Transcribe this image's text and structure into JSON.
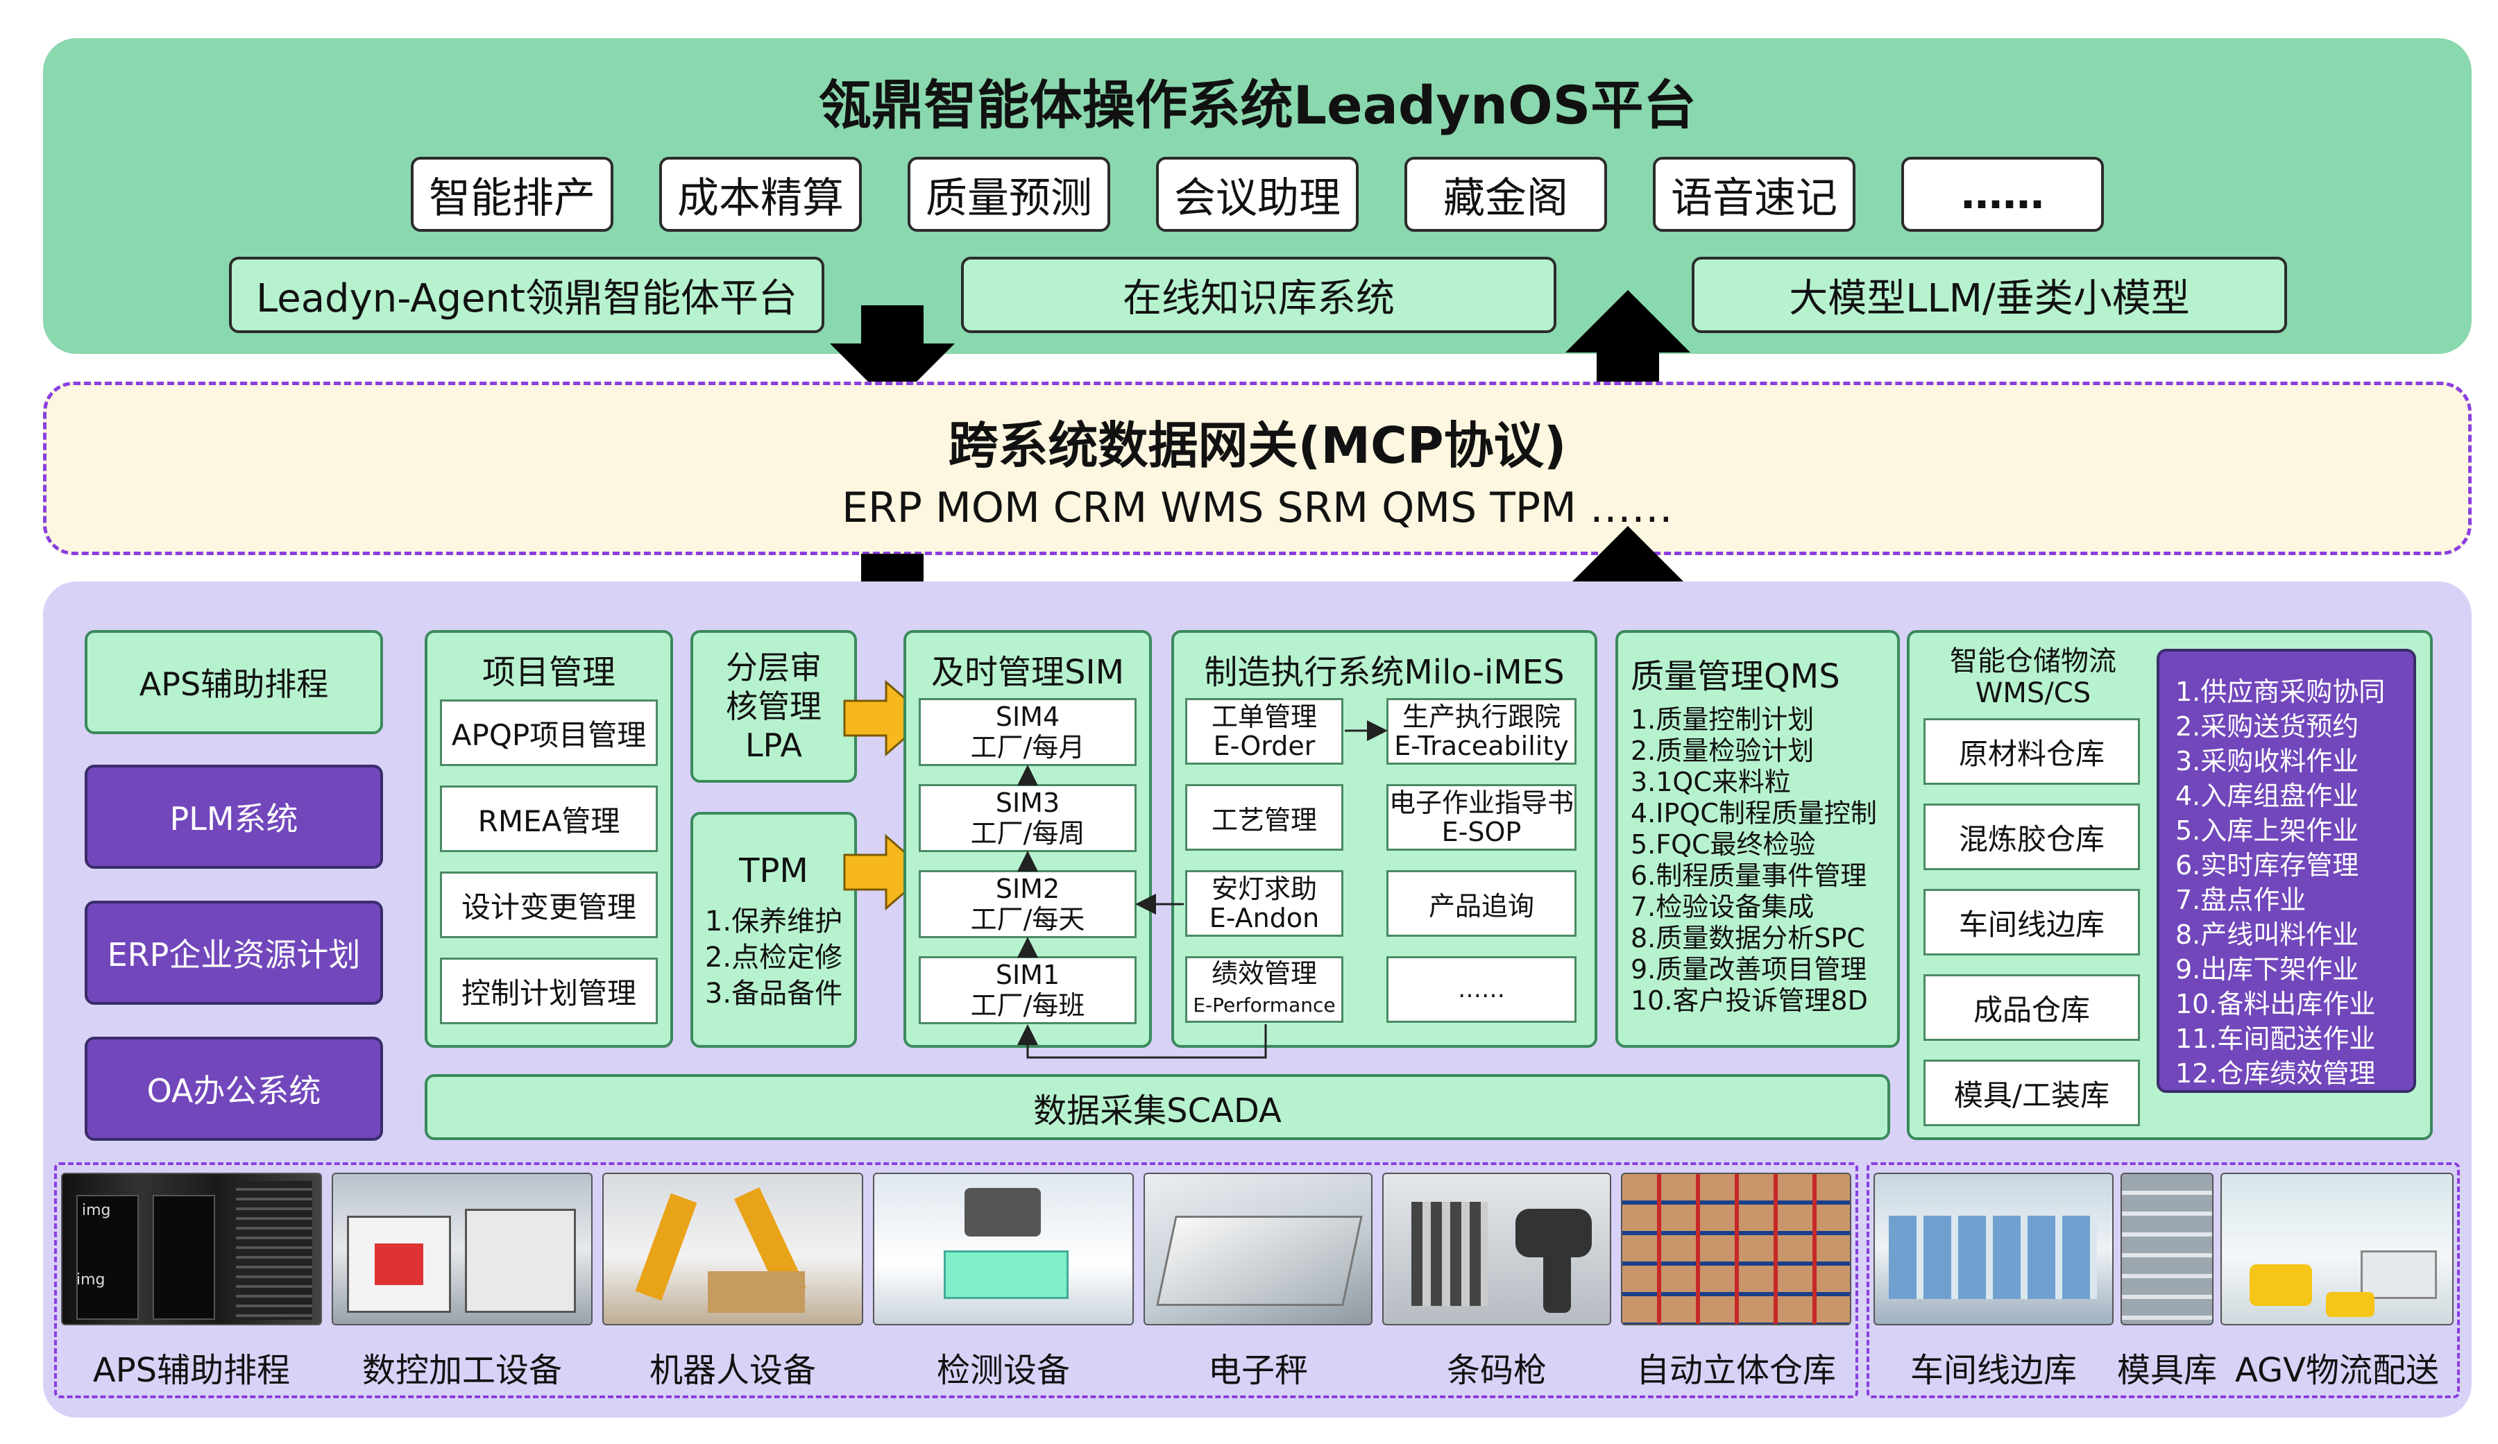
{
  "top": {
    "title": "瓴鼎智能体操作系统LeadynOS平台",
    "modules": [
      "智能排产",
      "成本精算",
      "质量预测",
      "会议助理",
      "藏金阁",
      "语音速记",
      "……"
    ],
    "platforms": [
      "Leadyn-Agent领鼎智能体平台",
      "在线知识库系统",
      "大模型LLM/垂类小模型"
    ]
  },
  "gateway": {
    "title": "跨系统数据网关(MCP协议)",
    "systems": "ERP MOM CRM WMS SRM QMS TPM ……"
  },
  "left_systems": [
    "APS辅助排程",
    "PLM系统",
    "ERP企业资源计划",
    "OA办公系统"
  ],
  "project": {
    "title": "项目管理",
    "items": [
      "APQP项目管理",
      "RMEA管理",
      "设计变更管理",
      "控制计划管理"
    ]
  },
  "lpa": {
    "title": "分层审核管理LPA"
  },
  "tpm": {
    "title": "TPM",
    "items": [
      "1.保养维护",
      "2.点检定修",
      "3.备品备件"
    ]
  },
  "sim": {
    "title": "及时管理SIM",
    "levels": [
      {
        "name": "SIM4",
        "freq": "工厂/每月"
      },
      {
        "name": "SIM3",
        "freq": "工厂/每周"
      },
      {
        "name": "SIM2",
        "freq": "工厂/每天"
      },
      {
        "name": "SIM1",
        "freq": "工厂/每班"
      }
    ]
  },
  "mes": {
    "title": "制造执行系统Milo-iMES",
    "cells": [
      {
        "l1": "工单管理",
        "l2": "E-Order"
      },
      {
        "l1": "生产执行跟院",
        "l2": "E-Traceability"
      },
      {
        "l1": "工艺管理",
        "l2": ""
      },
      {
        "l1": "电子作业指导书",
        "l2": "E-SOP"
      },
      {
        "l1": "安灯求助",
        "l2": "E-Andon"
      },
      {
        "l1": "产品追询",
        "l2": ""
      },
      {
        "l1": "绩效管理",
        "l2": "E-Performance"
      },
      {
        "l1": "……",
        "l2": ""
      }
    ]
  },
  "qms": {
    "title": "质量管理QMS",
    "items": [
      "1.质量控制计划",
      "2.质量检验计划",
      "3.1QC来料粒",
      "4.IPQC制程质量控制",
      "5.FQC最终检验",
      "6.制程质量事件管理",
      "7.检验设备集成",
      "8.质量数据分析SPC",
      "9.质量改善项目管理",
      "10.客户投诉管理8D"
    ]
  },
  "wms": {
    "title_l1": "智能仓储物流",
    "title_l2": "WMS/CS",
    "warehouses": [
      "原材料仓库",
      "混炼胶仓库",
      "车间线边库",
      "成品仓库",
      "模具/工装库"
    ],
    "ops": [
      "1.供应商采购协同",
      "2.采购送货预约",
      "3.采购收料作业",
      "4.入库组盘作业",
      "5.入库上架作业",
      "6.实时库存管理",
      "7.盘点作业",
      "8.产线叫料作业",
      "9.出库下架作业",
      "10.备料出库作业",
      "11.车间配送作业",
      "12.仓库绩效管理"
    ]
  },
  "scada": {
    "title": "数据采集SCADA"
  },
  "equipment": {
    "left": [
      "APS辅助排程",
      "数控加工设备",
      "机器人设备",
      "检测设备",
      "电子秤",
      "条码枪",
      "自动立体仓库"
    ],
    "right": [
      "车间线边库",
      "模具库",
      "AGV物流配送"
    ],
    "photo_labels": [
      "img",
      "img"
    ]
  },
  "colors": {
    "top_green": "#8ad8ae",
    "light_green": "#b7f2cf",
    "gateway_bg": "#fdf6e0",
    "lavender": "#d8d2f7",
    "purple": "#7247bb",
    "dashed": "#8a3ee0",
    "arrow_yellow": "#f6b81c"
  }
}
